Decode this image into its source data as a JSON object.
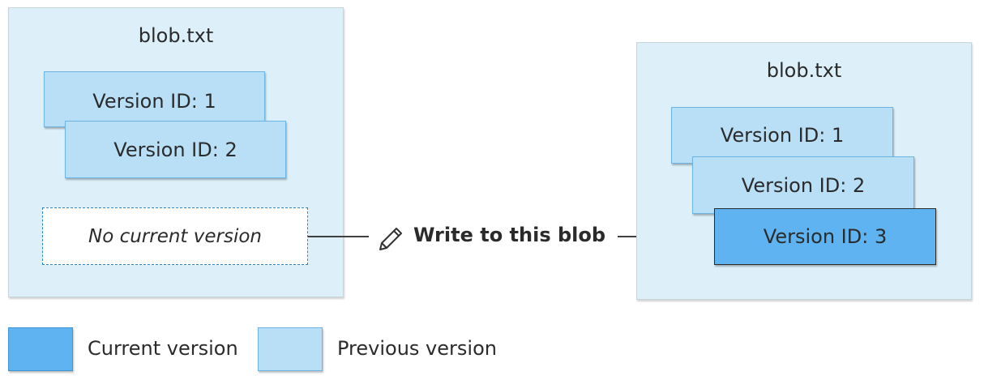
{
  "colors": {
    "current": "#5eb3f0",
    "previous": "#b9dff7",
    "panel": "#ddf0f9",
    "no_current_border": "#2f86c7"
  },
  "before": {
    "title": "blob.txt",
    "versions": [
      "Version ID: 1",
      "Version ID: 2"
    ],
    "no_current": "No current version"
  },
  "action": {
    "icon": "pencil-icon",
    "label": "Write to this blob"
  },
  "after": {
    "title": "blob.txt",
    "versions": [
      "Version ID: 1",
      "Version ID: 2"
    ],
    "current": "Version ID: 3"
  },
  "legend": {
    "current": "Current version",
    "previous": "Previous version"
  }
}
